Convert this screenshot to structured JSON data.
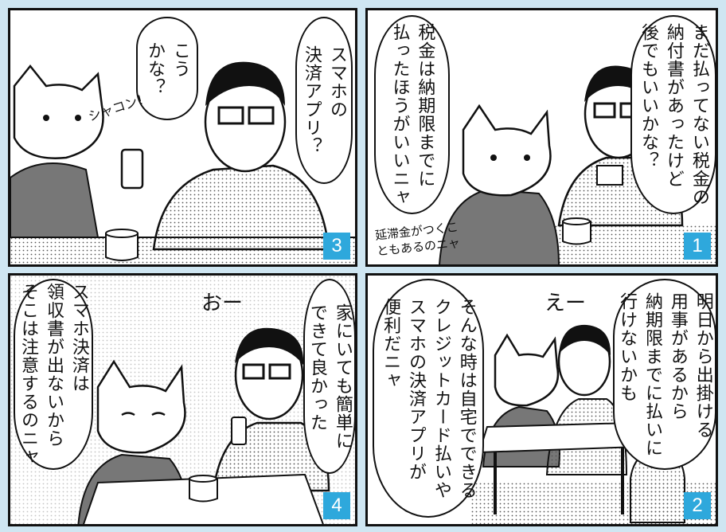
{
  "panels": [
    {
      "number": "1",
      "bubbles": [
        "まだ払ってない税金の\n納付書があったけど\n後でもいいかな？",
        "税金は納期限までに\n払ったほうがいいニャ"
      ],
      "note": "延滞金がつくこともあるのニャ"
    },
    {
      "number": "2",
      "bubbles": [
        "明日から出掛ける\n用事があるから\n納期限までに払いに\n行けないかも",
        "そんな時は自宅でできる\nクレジットカード払いや\nスマホの決済アプリが\n便利だニャ"
      ],
      "sfx": "えー"
    },
    {
      "number": "3",
      "bubbles": [
        "スマホの\n決済アプリ？",
        "こう\nかな？"
      ],
      "sfx": "シャコン！"
    },
    {
      "number": "4",
      "bubbles": [
        "家にいても簡単に\nできて良かった",
        "スマホ決済は\n領収書が出ないから\nそこは注意するのニャ"
      ],
      "sfx": "おー"
    }
  ],
  "colors": {
    "accent": "#2ea8dc",
    "background": "#cfe6f2"
  }
}
